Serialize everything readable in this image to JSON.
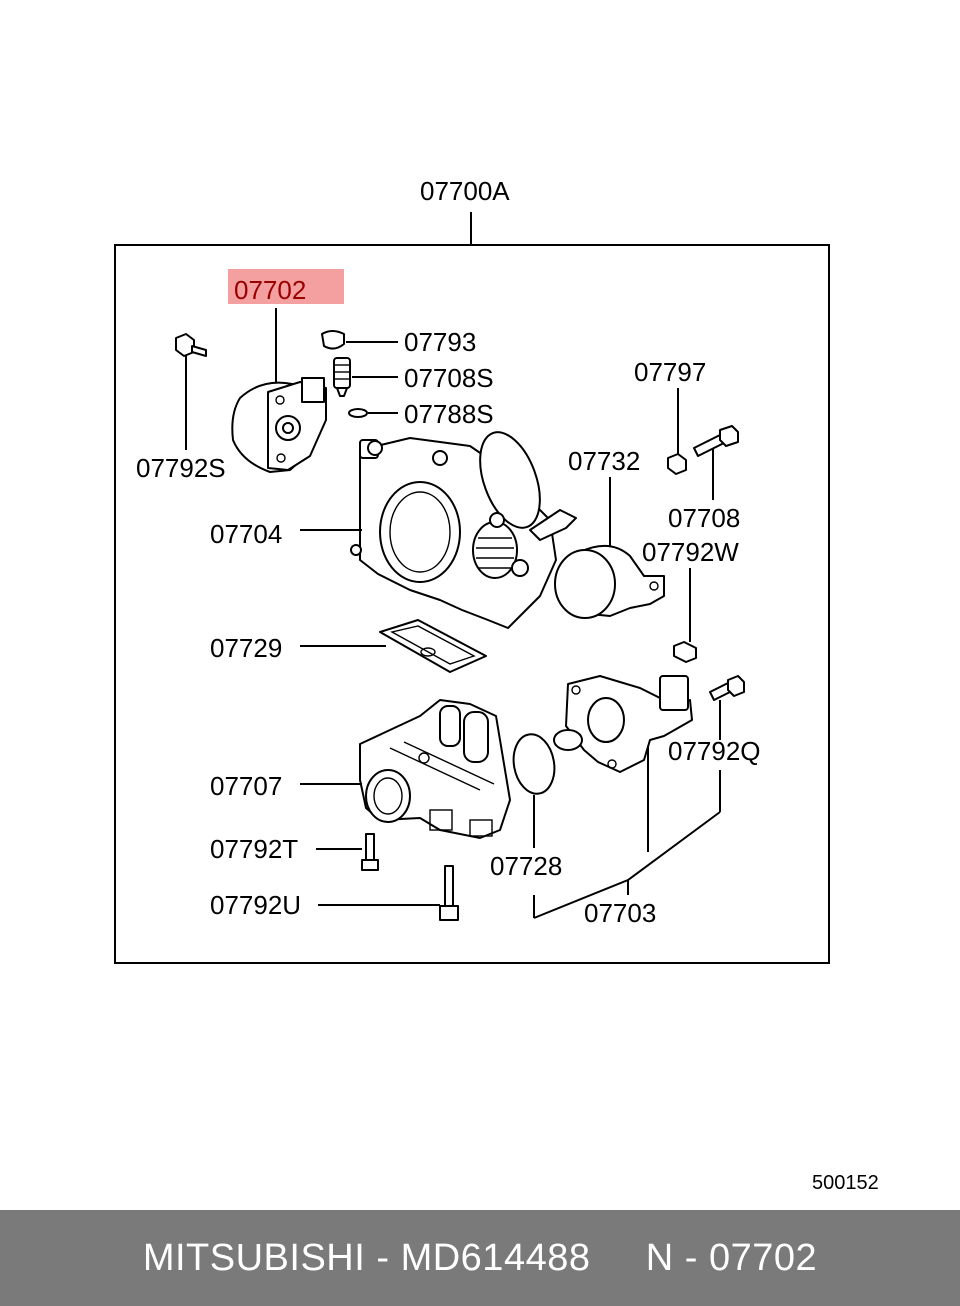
{
  "diagram": {
    "assembly_label": "07700A",
    "highlighted_part": "07702",
    "labels": {
      "p07702": "07702",
      "p07793": "07793",
      "p07708S": "07708S",
      "p07788S": "07788S",
      "p07797": "07797",
      "p07792S": "07792S",
      "p07732": "07732",
      "p07708": "07708",
      "p07704": "07704",
      "p07792W": "07792W",
      "p07729": "07729",
      "p07707": "07707",
      "p07792Q": "07792Q",
      "p07792T": "07792T",
      "p07728": "07728",
      "p07792U": "07792U",
      "p07703": "07703"
    },
    "drawing_number": "500152",
    "highlight_color": "#f4a0a0"
  },
  "footer": {
    "brand": "MITSUBISHI",
    "part_number": "MD614488",
    "reference": "N - 07702",
    "separator": " - "
  }
}
